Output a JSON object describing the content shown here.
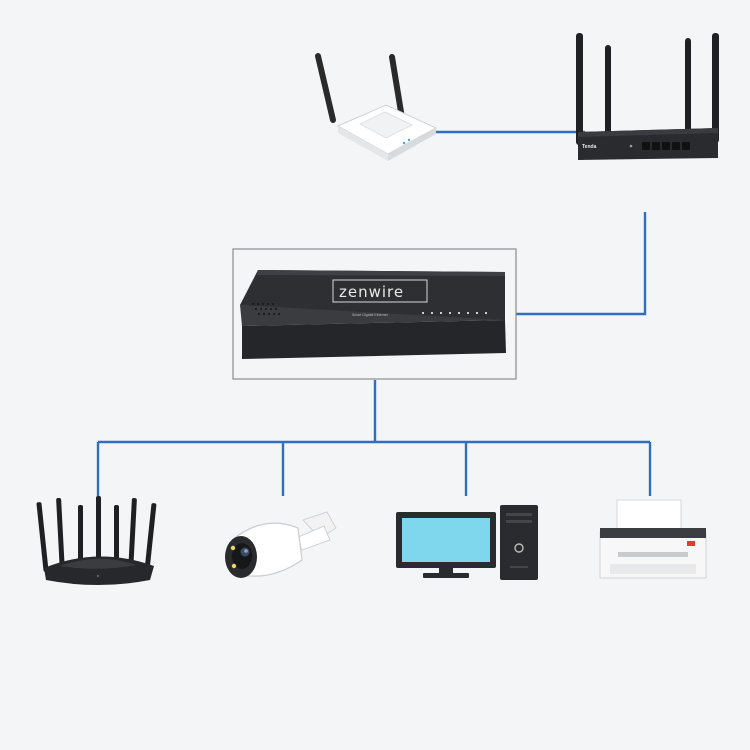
{
  "switch": {
    "brand": "zenwire",
    "panel_text": "Smart Gigabit Ethernet"
  },
  "router_top_right": {
    "brand_label": "Tenda"
  },
  "colors": {
    "link_line": "#2f6fc3",
    "background": "#f4f5f6",
    "device_dark": "#2b2d30",
    "device_light": "#ffffff"
  },
  "icons": [
    "wifi-router-white-icon",
    "wifi-router-black-4-antenna-icon",
    "network-switch-icon",
    "wifi-router-8-antenna-icon",
    "bullet-camera-icon",
    "desktop-computer-icon",
    "printer-icon"
  ]
}
